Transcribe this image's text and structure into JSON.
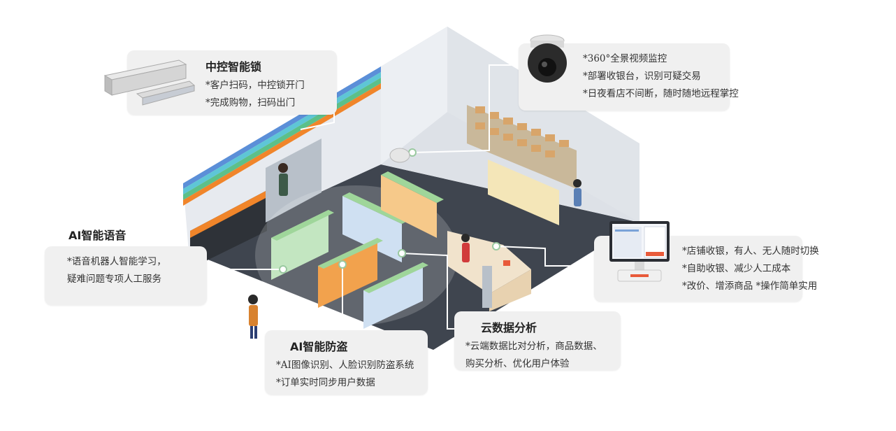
{
  "callouts": {
    "smart_lock": {
      "title": "中控智能锁",
      "lines": [
        "*客户扫码，中控锁开门",
        "*完成购物，扫码出门"
      ]
    },
    "camera": {
      "lines": [
        "*360°全景视频监控",
        "*部署收银台，识别可疑交易",
        "*日夜看店不间断，随时随地远程掌控"
      ]
    },
    "ai_voice": {
      "title": "AI智能语音",
      "lines": [
        "*语音机器人智能学习，",
        "疑难问题专项人工服务"
      ]
    },
    "pos": {
      "lines": [
        "*店铺收银，有人、无人随时切换",
        "*自助收银、减少人工成本",
        "*改价、增添商品 *操作简单实用"
      ]
    },
    "cloud": {
      "title": "云数据分析",
      "lines": [
        "*云端数据比对分析，商品数据、",
        "购买分析、优化用户体验"
      ]
    },
    "ai_theft": {
      "title": "AI智能防盗",
      "lines": [
        "*AI图像识别、人脸识别防盗系统",
        "*订单实时同步用户数据"
      ]
    }
  },
  "colors": {
    "stripe_blue": "#5b8fd8",
    "stripe_green": "#5cc08a",
    "stripe_orange": "#f0852a",
    "floor": "#3f454f",
    "wall": "#e6e9ee",
    "shelf_green": "#9fd69a",
    "shelf_orange": "#f2a24d",
    "cashier_red": "#e85a3a"
  },
  "icons": [
    "magnetic-lock-icon",
    "dome-camera-icon",
    "pos-terminal-icon"
  ]
}
